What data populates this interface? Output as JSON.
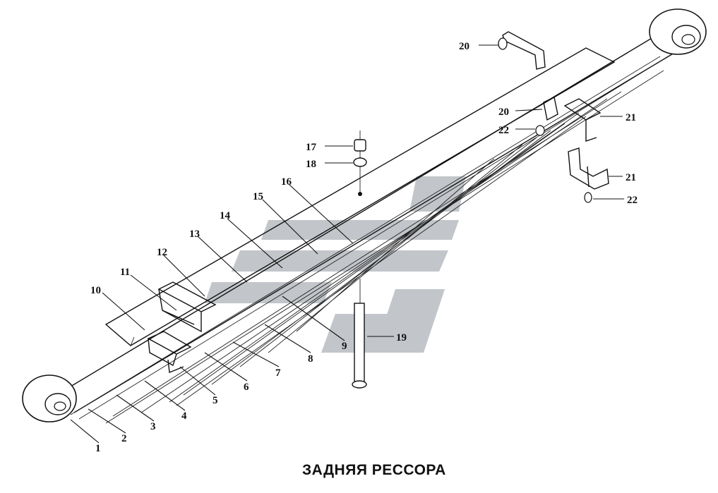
{
  "caption": "ЗАДНЯЯ РЕССОРА",
  "callouts": {
    "c1": "1",
    "c2": "2",
    "c3": "3",
    "c4": "4",
    "c5": "5",
    "c6": "6",
    "c7": "7",
    "c8": "8",
    "c9": "9",
    "c10": "10",
    "c11": "11",
    "c12": "12",
    "c13": "13",
    "c14": "14",
    "c15": "15",
    "c16": "16",
    "c17": "17",
    "c18": "18",
    "c19": "19",
    "c20a": "20",
    "c20b": "20",
    "c21a": "21",
    "c21b": "21",
    "c22a": "22",
    "c22b": "22"
  },
  "colors": {
    "line": "#111111",
    "watermark": "#b8bcc0",
    "paper": "#ffffff"
  }
}
